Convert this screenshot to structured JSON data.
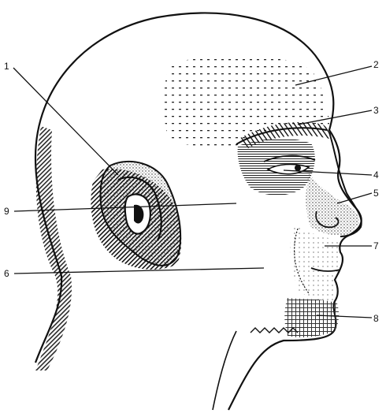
{
  "diagram": {
    "region_labels": [
      {
        "id": "1",
        "label": "1"
      },
      {
        "id": "2",
        "label": "2"
      },
      {
        "id": "3",
        "label": "3"
      },
      {
        "id": "4",
        "label": "4"
      },
      {
        "id": "5",
        "label": "5"
      },
      {
        "id": "6",
        "label": "6"
      },
      {
        "id": "7",
        "label": "7"
      },
      {
        "id": "8",
        "label": "8"
      },
      {
        "id": "9",
        "label": "9"
      }
    ],
    "colors": {
      "ink": "#111111",
      "paper": "#ffffff"
    }
  }
}
